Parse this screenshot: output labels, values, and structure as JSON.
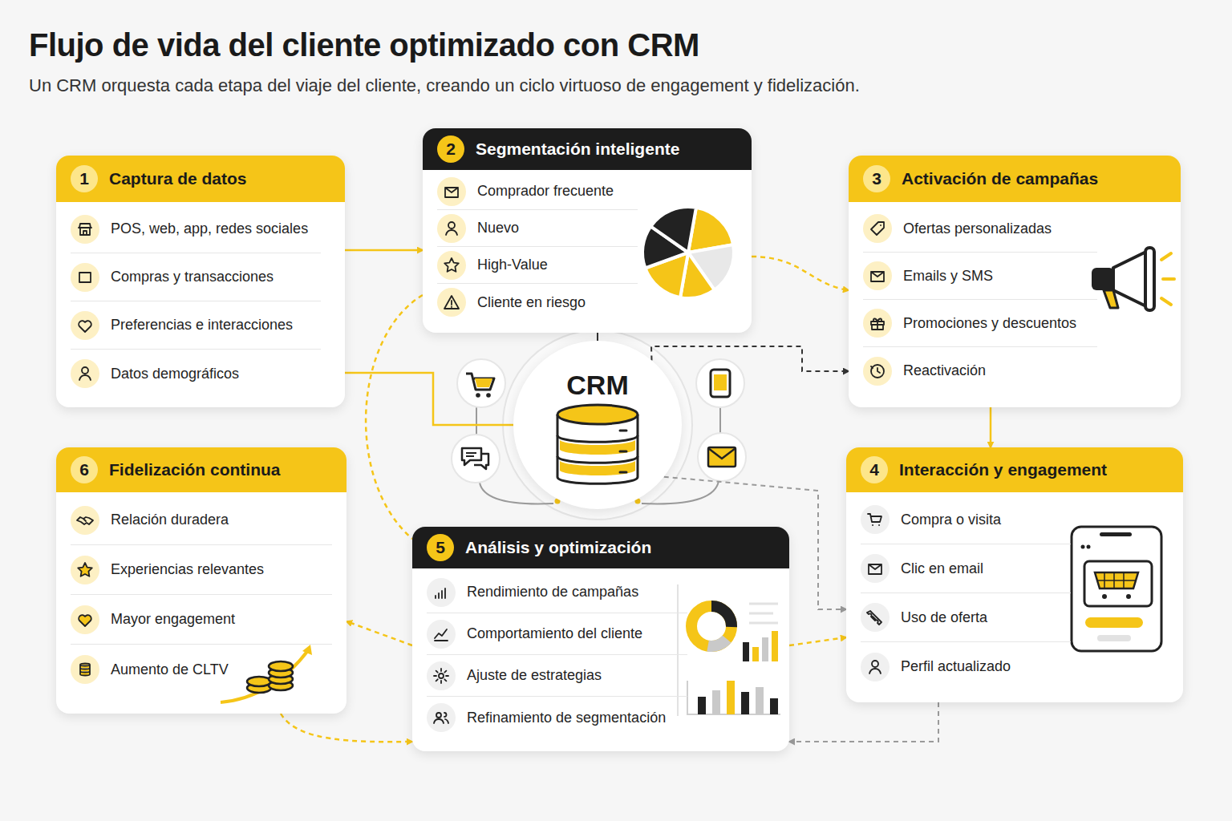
{
  "diagram": {
    "title": "Flujo de vida del cliente optimizado con CRM",
    "caption": "Un CRM orquesta cada etapa del viaje del cliente, creando un ciclo virtuoso de engagement y fidelización.",
    "nodes": [
      {
        "text": [
          "1",
          "Captura de datos",
          "POS, web, app, redes sociales",
          "Compras y transacciones",
          "Preferencias e interacciones",
          "Datos demográficos"
        ]
      },
      {
        "text": [
          "2",
          "Segmentación inteligente",
          "Comprador frecuente",
          "Nuevo",
          "High-Value",
          "Cliente en riesgo"
        ]
      },
      {
        "text": [
          "3",
          "Activación de campañas",
          "Ofertas personalizadas",
          "Emails y SMS",
          "Promociones y descuentos",
          "Reactivación"
        ]
      },
      {
        "text": [
          "CRM"
        ]
      },
      {
        "text": [
          "6",
          "Fidelización continua",
          "Relación duradera",
          "Experiencias relevantes",
          "Mayor engagement",
          "Aumento de CLTV"
        ]
      },
      {
        "text": [
          "4",
          "Interacción y engagement",
          "Compra o visita",
          "Clic en email",
          "Uso de oferta",
          "Perfil actualizado"
        ]
      },
      {
        "text": [
          "5",
          "Análisis y optimización",
          "Rendimiento de campañas",
          "Comportamiento del cliente",
          "Ajuste de estrategias",
          "Refinamiento de segmentación"
        ]
      }
    ],
    "edges": [
      {
        "from": 0,
        "to": 1,
        "arrow": "to"
      },
      {
        "from": 0,
        "to": 3,
        "arrow": "none"
      },
      {
        "from": 1,
        "to": 2,
        "arrow": "to"
      },
      {
        "from": 3,
        "to": 2,
        "arrow": "to"
      },
      {
        "from": 2,
        "to": 5,
        "arrow": "to"
      },
      {
        "from": 3,
        "to": 5,
        "arrow": "to"
      },
      {
        "from": 5,
        "to": 6,
        "arrow": "to"
      },
      {
        "from": 6,
        "to": 5,
        "arrow": "to"
      },
      {
        "from": 6,
        "to": 4,
        "arrow": "to"
      },
      {
        "from": 4,
        "to": 6,
        "arrow": "to"
      },
      {
        "from": 1,
        "to": 6,
        "arrow": "none"
      },
      {
        "from": 3,
        "to": 1,
        "arrow": "none"
      }
    ]
  }
}
